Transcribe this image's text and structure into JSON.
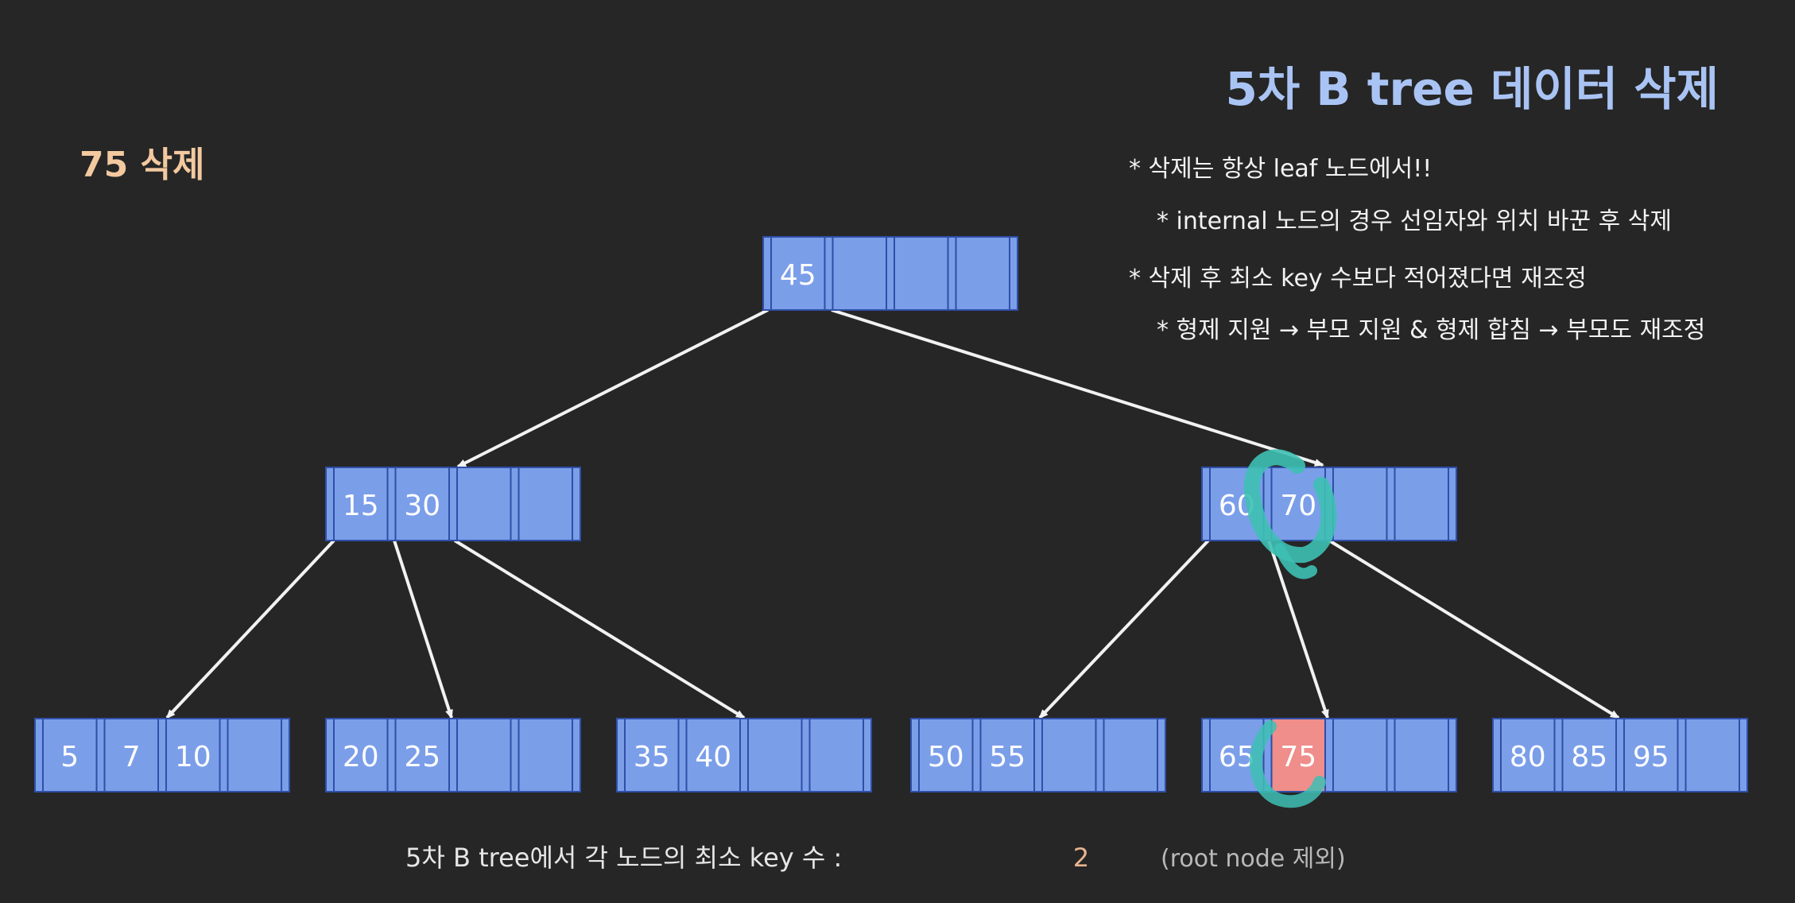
{
  "title": "5차 B tree 데이터 삭제",
  "operation_label": "75 삭제",
  "rules": [
    "* 삭제는 항상 leaf 노드에서!!",
    "* internal 노드의 경우 선임자와 위치 바꾼 후 삭제",
    "* 삭제 후 최소 key 수보다 적어졌다면 재조정",
    "* 형제 지원 → 부모 지원 & 형제 합침 → 부모도 재조정"
  ],
  "footer": {
    "label": "5차 B tree에서 각 노드의 최소 key 수 :",
    "value": "2",
    "note": "(root node 제외)"
  },
  "tree": {
    "root": {
      "id": "root",
      "keys": [
        "45",
        "",
        "",
        ""
      ]
    },
    "internal": [
      {
        "id": "internal-left",
        "keys": [
          "15",
          "30",
          "",
          ""
        ]
      },
      {
        "id": "internal-right",
        "keys": [
          "60",
          "70",
          "",
          ""
        ]
      }
    ],
    "leaves": [
      {
        "id": "leaf-1",
        "keys": [
          "5",
          "7",
          "10",
          ""
        ]
      },
      {
        "id": "leaf-2",
        "keys": [
          "20",
          "25",
          "",
          ""
        ]
      },
      {
        "id": "leaf-3",
        "keys": [
          "35",
          "40",
          "",
          ""
        ]
      },
      {
        "id": "leaf-4",
        "keys": [
          "50",
          "55",
          "",
          ""
        ]
      },
      {
        "id": "leaf-5",
        "keys": [
          "65",
          "75",
          "",
          ""
        ]
      },
      {
        "id": "leaf-6",
        "keys": [
          "80",
          "85",
          "95",
          ""
        ]
      }
    ]
  },
  "highlight": {
    "deleted_key": "75"
  },
  "colors": {
    "background": "#262626",
    "node_fill": "#7b9ee9",
    "node_stroke": "#2f4fa8",
    "key_text": "#ffffff",
    "arrow": "#f2f2f2",
    "title": "#a9c4f4",
    "operation": "#f3c9a0",
    "rules_text": "#f2f2f2",
    "footer_text": "#e6e6e6",
    "footer_value": "#e8b48e",
    "footer_note": "#b9b9b9",
    "highlight_cell": "#ef8e8b",
    "annotation": "#3ec0b4"
  }
}
